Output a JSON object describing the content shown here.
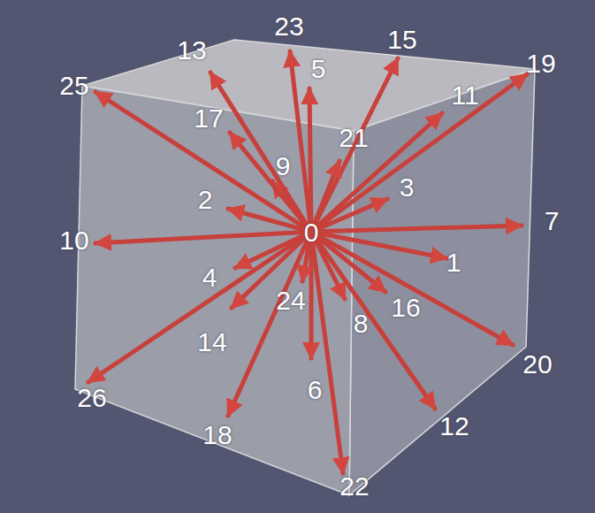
{
  "diagram": {
    "labels": [
      "23",
      "15",
      "13",
      "19",
      "25",
      "5",
      "11",
      "17",
      "21",
      "9",
      "3",
      "2",
      "7",
      "0",
      "10",
      "1",
      "4",
      "24",
      "16",
      "8",
      "14",
      "20",
      "6",
      "12",
      "26",
      "18",
      "22"
    ]
  }
}
